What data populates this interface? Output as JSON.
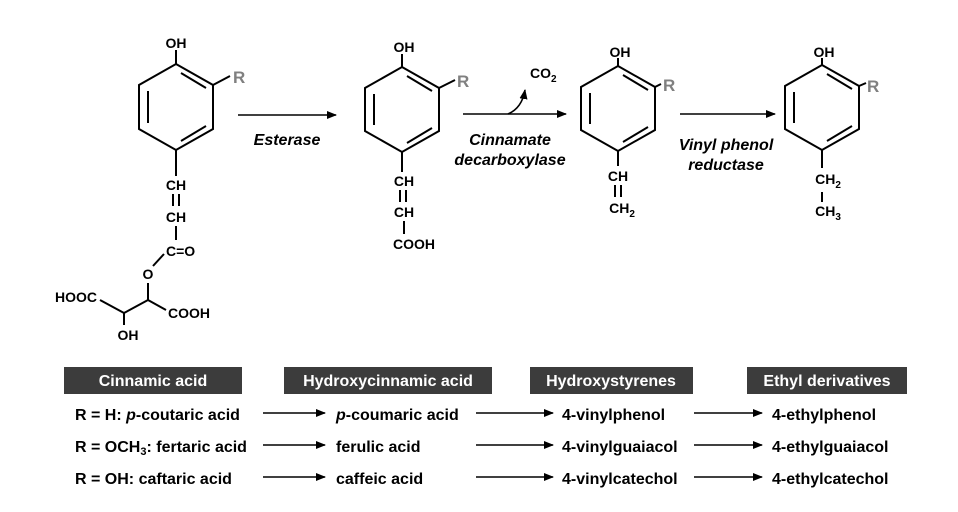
{
  "structures": {
    "s1": {
      "oh": "OH",
      "r": "R",
      "ch_a": "CH",
      "ch_b": "CH",
      "co": "C=O",
      "o": "O",
      "hooc": "HOOC",
      "cooh": "COOH",
      "oh_bottom": "OH"
    },
    "s2": {
      "oh": "OH",
      "r": "R",
      "ch_a": "CH",
      "ch_b": "CH",
      "cooh": "COOH"
    },
    "s3": {
      "oh": "OH",
      "r": "R",
      "ch": "CH",
      "ch2": "CH",
      "ch2_sub": "2"
    },
    "s4": {
      "oh": "OH",
      "r": "R",
      "ch2": "CH",
      "ch2_sub": "2",
      "ch3": "CH",
      "ch3_sub": "3"
    }
  },
  "enzymes": {
    "esterase": "Esterase",
    "decarboxylase_line1": "Cinnamate",
    "decarboxylase_line2": "decarboxylase",
    "reductase_line1": "Vinyl phenol",
    "reductase_line2": "reductase"
  },
  "co2": {
    "label": "CO",
    "sub": "2"
  },
  "headers": [
    "Cinnamic acid",
    "Hydroxycinnamic acid",
    "Hydroxystyrenes",
    "Ethyl derivatives"
  ],
  "rows": [
    {
      "prefix": "R = H: ",
      "italic": "p",
      "suffix": "-coutaric acid",
      "hc_italic": "p",
      "hc": "-coumaric acid",
      "hs": "4-vinylphenol",
      "ed": "4-ethylphenol"
    },
    {
      "prefix": "R = OCH",
      "prefix_sub": "3",
      "suffix": ": fertaric acid",
      "hc": "ferulic acid",
      "hs": "4-vinylguaiacol",
      "ed": "4-ethylguaiacol"
    },
    {
      "prefix": "R = OH: ",
      "suffix": " caftaric acid",
      "hc": "caffeic acid",
      "hs": "4-vinylcatechol",
      "ed": "4-ethylcatechol"
    }
  ]
}
